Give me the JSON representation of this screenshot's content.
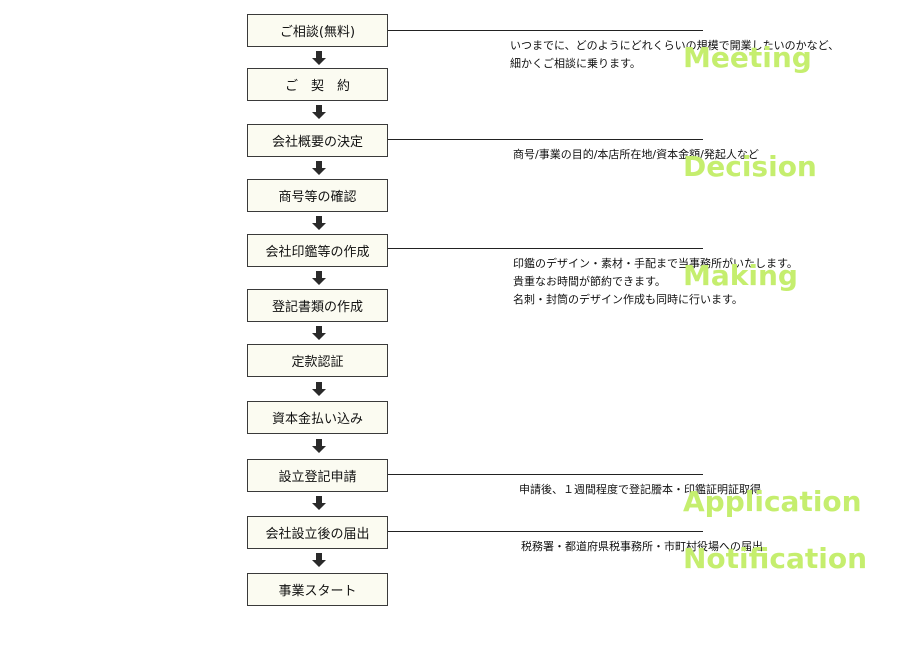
{
  "steps": [
    "ご相談(無料)",
    "ご　契　約",
    "会社概要の決定",
    "商号等の確認",
    "会社印鑑等の作成",
    "登記書類の作成",
    "定款認証",
    "資本金払い込み",
    "設立登記申請",
    "会社設立後の届出",
    "事業スタート"
  ],
  "notes": [
    {
      "lines": [
        "いつまでに、どのようにどれくらいの規模で開業したいのかなど、",
        "細かくご相談に乗ります。"
      ],
      "tag": "Meeting"
    },
    {
      "lines": [
        "商号/事業の目的/本店所在地/資本金額/発起人など"
      ],
      "tag": "Decision"
    },
    {
      "lines": [
        "印鑑のデザイン・素材・手配まで当事務所がいたします。",
        "貴重なお時間が節約できます。",
        "名刺・封筒のデザイン作成も同時に行います。"
      ],
      "tag": "Making"
    },
    {
      "lines": [
        "申請後、１週間程度で登記謄本・印鑑証明証取得"
      ],
      "tag": "Application"
    },
    {
      "lines": [
        "税務署・都道府県税事務所・市町村役場への届出"
      ],
      "tag": "Notification"
    }
  ],
  "colors": {
    "tag": "#c5ee6e",
    "box_fill": "#fbfbf1",
    "box_border": "#3a3a3a"
  }
}
